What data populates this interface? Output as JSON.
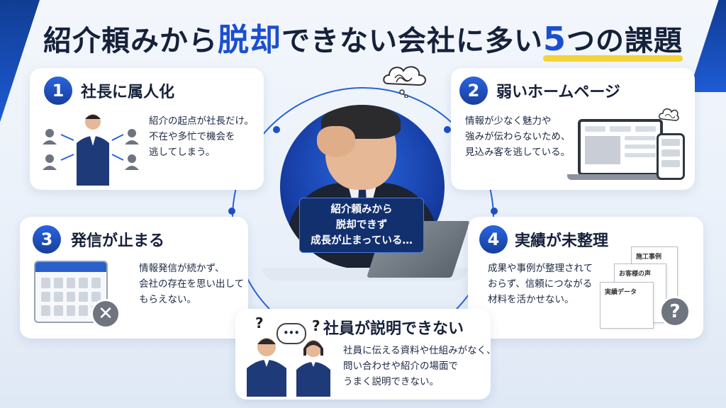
{
  "title": {
    "part1": "紹介頼みから",
    "part2": "脱却",
    "part3": "できない",
    "part4": "会社に多い",
    "part5": "5",
    "part6": "つの課題"
  },
  "center": {
    "label_lines": [
      "紹介頼みから",
      "脱却できず",
      "成長が止まっている…"
    ]
  },
  "cards": [
    {
      "number": "1",
      "title": "社長に属人化",
      "desc": [
        "紹介の起点が社長だけ。",
        "不在や多忙で機会を",
        "逃してしまう。"
      ]
    },
    {
      "number": "2",
      "title": "弱いホームページ",
      "desc": [
        "情報が少なく魅力や",
        "強みが伝わらないため、",
        "見込み客を逃している。"
      ]
    },
    {
      "number": "3",
      "title": "発信が止まる",
      "desc": [
        "情報発信が続かず、",
        "会社の存在を思い出して",
        "もらえない。"
      ]
    },
    {
      "number": "4",
      "title": "実績が未整理",
      "desc": [
        "成果や事例が整理されて",
        "おらず、信頼につながる",
        "材料を活かせない。"
      ]
    },
    {
      "number": "",
      "title": "社員が説明できない",
      "desc": [
        "社員に伝える資料や仕組みがなく、",
        "問い合わせや紹介の場面で",
        "うまく説明できない。"
      ]
    }
  ],
  "illustrations": {
    "documents": [
      "施工事例",
      "お客様の声",
      "実績データ"
    ],
    "x_symbol": "✕",
    "question_symbol": "?",
    "bubble_text": "•••",
    "qmark": "?"
  },
  "colors": {
    "accent": "#1c4fd0",
    "navy": "#13306e",
    "highlight": "#f4d33b"
  }
}
